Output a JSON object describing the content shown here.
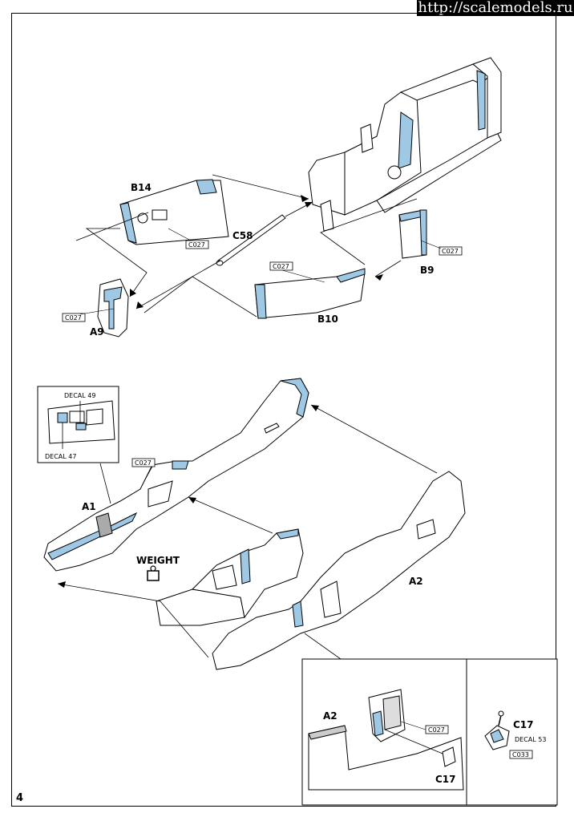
{
  "watermark": "http://scalemodels.ru",
  "page_number": "4",
  "labels": {
    "b14": "B14",
    "c58": "C58",
    "a9": "A9",
    "b10": "B10",
    "b9": "B9",
    "a1": "A1",
    "a2": "A2",
    "a2_inset": "A2",
    "c17_inset": "C17",
    "c17": "C17",
    "weight": "WEIGHT"
  },
  "color_codes": {
    "b14": "C027",
    "a9": "C027",
    "b10": "C027",
    "b9": "C027",
    "a1": "C027",
    "inset": "C027",
    "c17": "C033"
  },
  "decals": {
    "decal_49": "DECAL 49",
    "decal_47": "DECAL 47",
    "decal_53": "DECAL 53"
  },
  "colors": {
    "highlight": "#9ec8e4",
    "line": "#000000"
  }
}
